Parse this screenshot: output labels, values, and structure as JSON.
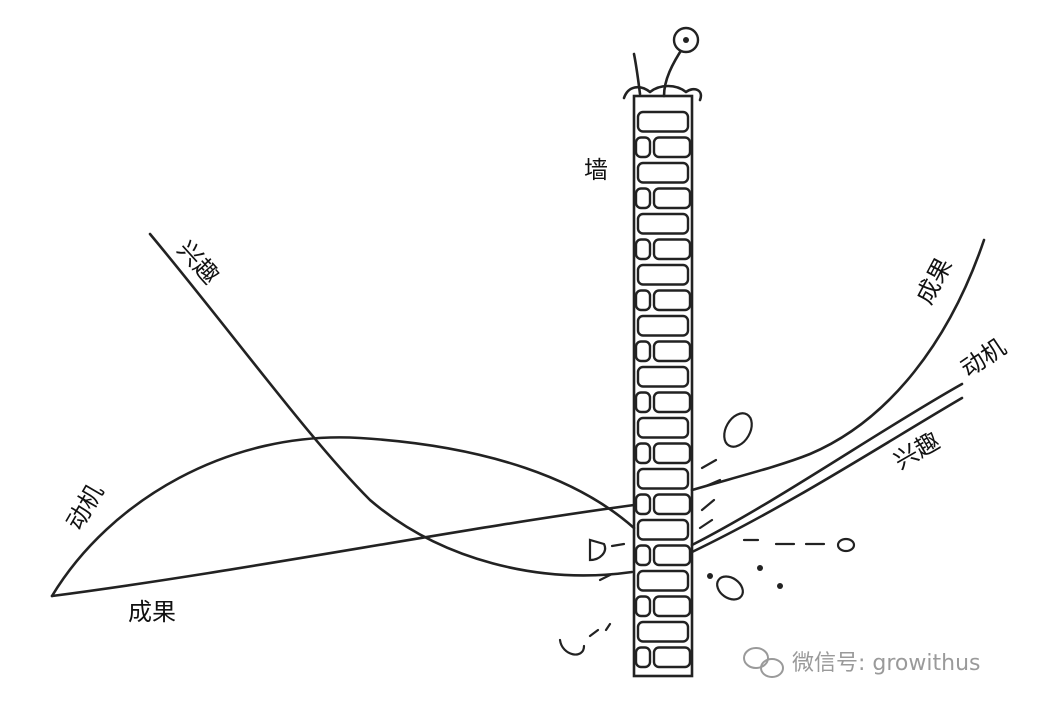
{
  "labels": {
    "wall": "墙",
    "interest_left": "兴趣",
    "motivation_left": "动机",
    "result_left": "成果",
    "result_right": "成果",
    "motivation_right": "动机",
    "interest_right": "兴趣"
  },
  "watermark": {
    "text": "微信号: growithus",
    "icon": "wechat-icon"
  },
  "colors": {
    "ink": "#222222",
    "watermark": "#9a9a9a",
    "background": "#ffffff"
  }
}
